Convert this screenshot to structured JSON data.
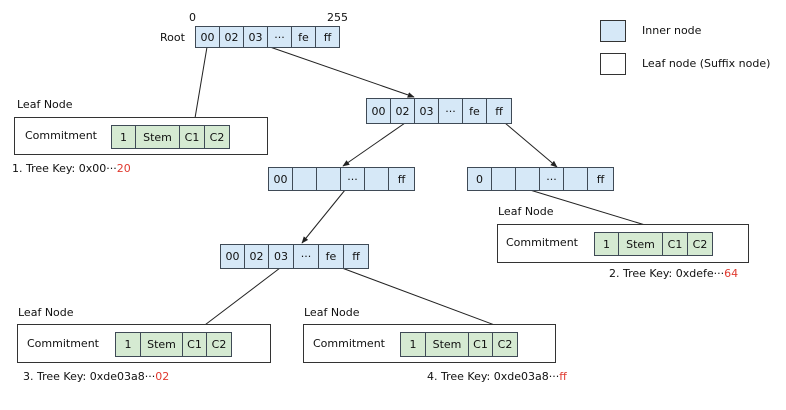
{
  "colors": {
    "inner": "#d6e8f7",
    "leaf": "#ffffff",
    "green": "#d5ead2",
    "accent_red": "#e03a2f",
    "border": "#3f4a56"
  },
  "legend": {
    "inner_label": "Inner node",
    "leaf_label": "Leaf node (Suffix node)"
  },
  "root": {
    "label": "Root",
    "index_start": "0",
    "index_end": "255",
    "cells": [
      "00",
      "02",
      "03",
      "···",
      "fe",
      "ff"
    ]
  },
  "inner_nodes": [
    {
      "id": "level1",
      "cells": [
        "00",
        "02",
        "03",
        "···",
        "fe",
        "ff"
      ]
    },
    {
      "id": "level2-left",
      "cells": [
        "00",
        "",
        "",
        "···",
        "",
        "ff"
      ]
    },
    {
      "id": "level2-right",
      "cells": [
        "0",
        "",
        "",
        "···",
        "",
        "ff"
      ]
    },
    {
      "id": "level3",
      "cells": [
        "00",
        "02",
        "03",
        "···",
        "fe",
        "ff"
      ]
    }
  ],
  "leaf_nodes": [
    {
      "id": "leaf1",
      "title": "Leaf Node",
      "commitment": "Commitment",
      "cells": [
        "1",
        "Stem",
        "C1",
        "C2"
      ],
      "key_prefix": "1. Tree Key: 0x00···",
      "key_suffix": "20"
    },
    {
      "id": "leaf2",
      "title": "Leaf Node",
      "commitment": "Commitment",
      "cells": [
        "1",
        "Stem",
        "C1",
        "C2"
      ],
      "key_prefix": "2. Tree Key: 0xdefe···",
      "key_suffix": "64"
    },
    {
      "id": "leaf3",
      "title": "Leaf Node",
      "commitment": "Commitment",
      "cells": [
        "1",
        "Stem",
        "C1",
        "C2"
      ],
      "key_prefix": "3. Tree Key: 0xde03a8···",
      "key_suffix": "02"
    },
    {
      "id": "leaf4",
      "title": "Leaf Node",
      "commitment": "Commitment",
      "cells": [
        "1",
        "Stem",
        "C1",
        "C2"
      ],
      "key_prefix": "4. Tree Key: 0xde03a8···",
      "key_suffix": "ff"
    }
  ]
}
